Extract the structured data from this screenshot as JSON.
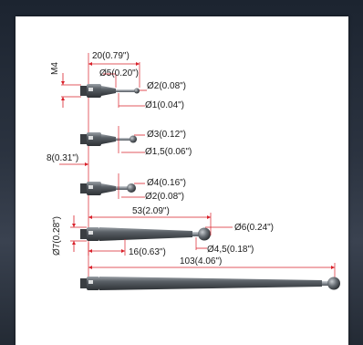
{
  "colors": {
    "dimension": "#d9202a",
    "text": "#1a1a1a",
    "shaft": "#5a6066",
    "tip": "#8a9097",
    "background": "#ffffff"
  },
  "dimensions": {
    "top_length": "20(0.79\")",
    "thread": "M4",
    "stylus1_shank": "Ø5(0.20\")",
    "stylus1_ball": "Ø2(0.08\")",
    "stylus1_stem": "Ø1(0.04\")",
    "stylus2_ball": "Ø3(0.12\")",
    "stylus2_stem": "Ø1,5(0.06\")",
    "left_offset": "8(0.31\")",
    "stylus3_ball": "Ø4(0.16\")",
    "stylus3_stem": "Ø2(0.08\")",
    "stylus4_length": "53(2.09\")",
    "stylus4_shank": "Ø7(0.28\")",
    "stylus4_ball": "Ø6(0.24\")",
    "stylus4_taper": "16(0.63\")",
    "stylus4_stem": "Ø4,5(0.18\")",
    "stylus5_length": "103(4.06\")"
  }
}
